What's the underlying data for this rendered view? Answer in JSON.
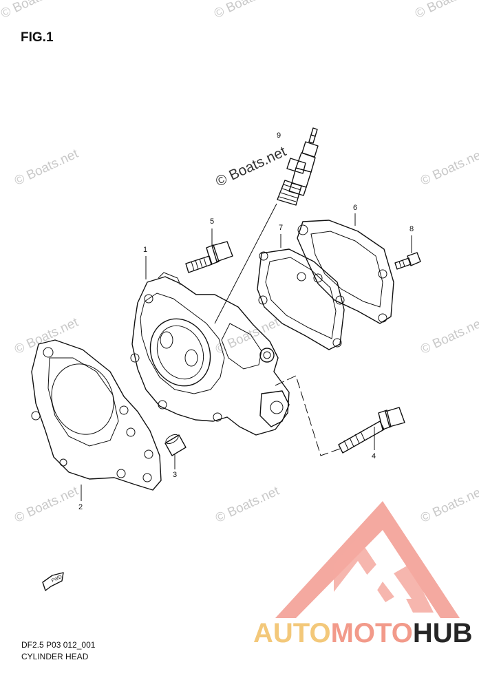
{
  "figure": {
    "title": "FIG.1"
  },
  "watermark": {
    "text": "© Boats.net"
  },
  "callouts": [
    "1",
    "2",
    "3",
    "4",
    "5",
    "6",
    "7",
    "8",
    "9"
  ],
  "fwd_icon": {
    "label": "FWD"
  },
  "footer": {
    "code": "DF2.5 P03 012_001",
    "caption": "CYLINDER HEAD"
  },
  "brand": {
    "part1": "AUTO",
    "part2": "MOTO",
    "part3": "HUB",
    "colors": {
      "triangle": "#f4a9a0",
      "auto": "#f3c87a",
      "moto": "#f29a8a",
      "hub": "#262626"
    }
  }
}
